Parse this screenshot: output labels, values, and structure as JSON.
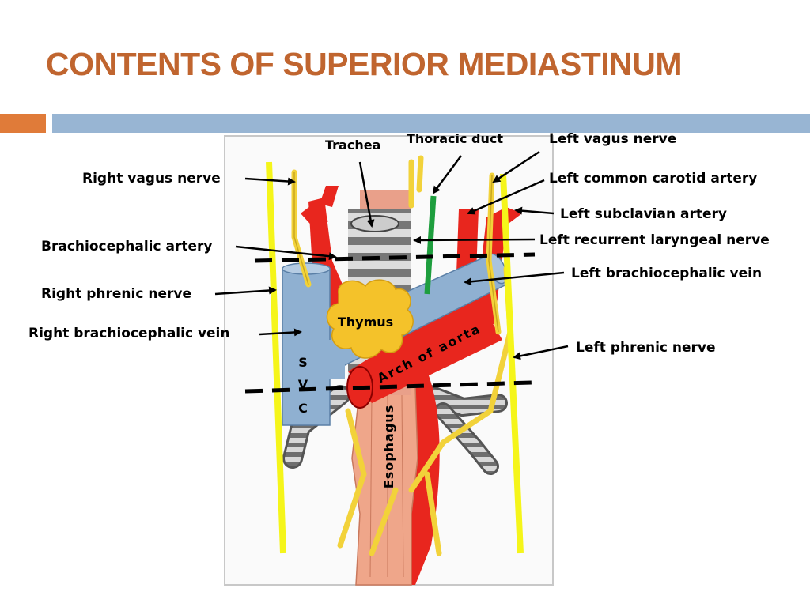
{
  "title": "CONTENTS OF SUPERIOR MEDIASTINUM",
  "colors": {
    "title": "#C0652F",
    "accent_orange": "#E07B39",
    "accent_blue": "#98B5D3",
    "artery": "#E8261E",
    "vein": "#8FB0D1",
    "nerve": "#F2D23A",
    "thymus": "#F4C22A",
    "esophagus": "#EFA68A",
    "thoracic_duct": "#1E9E3E",
    "yellow_line": "#F5F51A"
  },
  "labels": {
    "trachea": "Trachea",
    "thoracic_duct": "Thoracic duct",
    "left_vagus": "Left vagus nerve",
    "right_vagus": "Right vagus nerve",
    "left_common_carotid": "Left common carotid artery",
    "left_subclavian": "Left subclavian artery",
    "brachiocephalic_artery": "Brachiocephalic artery",
    "left_recurrent_laryngeal": "Left recurrent laryngeal nerve",
    "left_brachiocephalic_vein": "Left brachiocephalic vein",
    "right_phrenic": "Right phrenic nerve",
    "right_brachiocephalic_vein": "Right brachiocephalic vein",
    "left_phrenic": "Left phrenic nerve",
    "thymus": "Thymus",
    "arch_of_aorta": "Arch of aorta",
    "esophagus": "Esophagus",
    "svc_s": "S",
    "svc_v": "V",
    "svc_c": "C"
  }
}
